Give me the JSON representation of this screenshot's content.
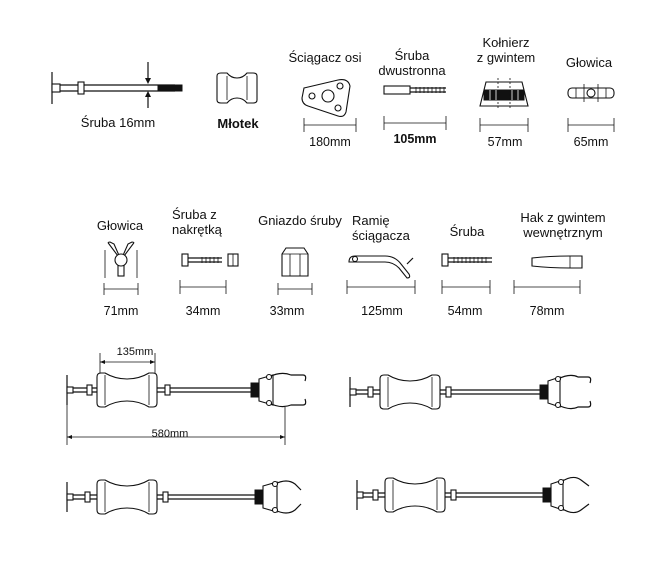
{
  "parts_row1": [
    {
      "label": "Śruba 16mm",
      "size": ""
    },
    {
      "label": "Młotek",
      "size": ""
    },
    {
      "label": "Ściągacz osi",
      "size": "180mm"
    },
    {
      "label_lines": [
        "Śruba",
        "dwustronna"
      ],
      "size": "105mm"
    },
    {
      "label_lines": [
        "Kołnierz",
        "z gwintem"
      ],
      "size": "57mm"
    },
    {
      "label": "Głowica",
      "size": "65mm"
    }
  ],
  "parts_row2": [
    {
      "label": "Głowica",
      "size": "71mm"
    },
    {
      "label_lines": [
        "Śruba z",
        "nakrętką"
      ],
      "size": "34mm"
    },
    {
      "label": "Gniazdo śruby",
      "size": "33mm"
    },
    {
      "label_lines": [
        "Ramię",
        "ściągacza"
      ],
      "size": "125mm"
    },
    {
      "label": "Śruba",
      "size": "54mm"
    },
    {
      "label_lines": [
        "Hak z gwintem",
        "wewnętrznym"
      ],
      "size": "78mm"
    }
  ],
  "assembly": {
    "handle_length": "135mm",
    "total_length": "580mm"
  }
}
